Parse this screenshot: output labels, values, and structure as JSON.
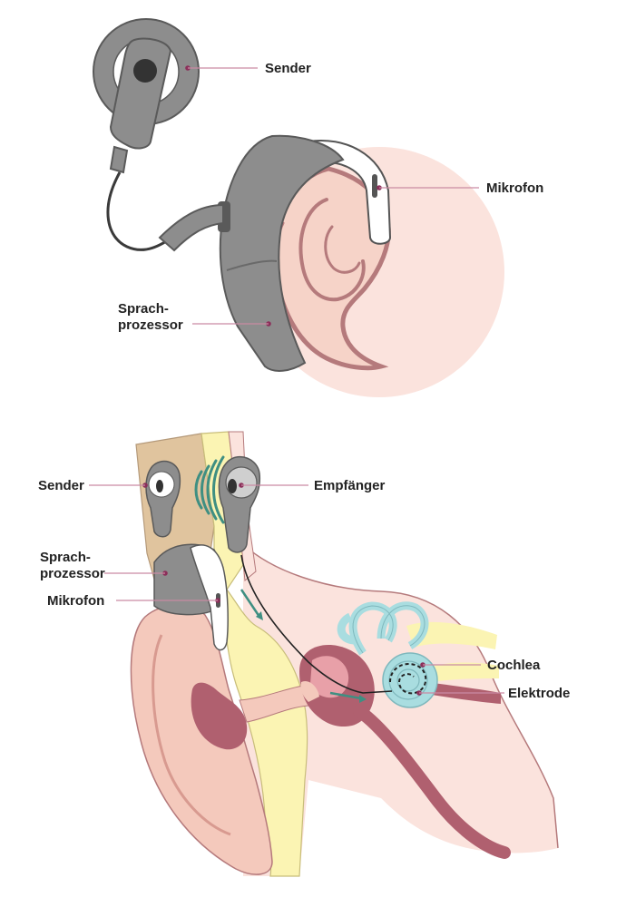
{
  "colors": {
    "device_dark": "#8a8a8a",
    "device_mid": "#9a9a9a",
    "device_light": "#cfcfcf",
    "skin_light": "#fbe3dd",
    "skin_mid": "#f4c9bc",
    "ear_outline": "#b57a7c",
    "bone": "#fbf4b3",
    "muscle": "#b0606f",
    "cochlea": "#a9dde0",
    "leader_dot": "#8b2f5a",
    "wave": "#3f8f82"
  },
  "top_labels": {
    "sender": "Sender",
    "mikrofon": "Mikrofon",
    "sprachprozessor_line1": "Sprach-",
    "sprachprozessor_line2": "prozessor"
  },
  "bottom_labels": {
    "sender": "Sender",
    "empfaenger": "Empfänger",
    "sprachprozessor_line1": "Sprach-",
    "sprachprozessor_line2": "prozessor",
    "mikrofon": "Mikrofon",
    "cochlea": "Cochlea",
    "elektrode": "Elektrode"
  }
}
